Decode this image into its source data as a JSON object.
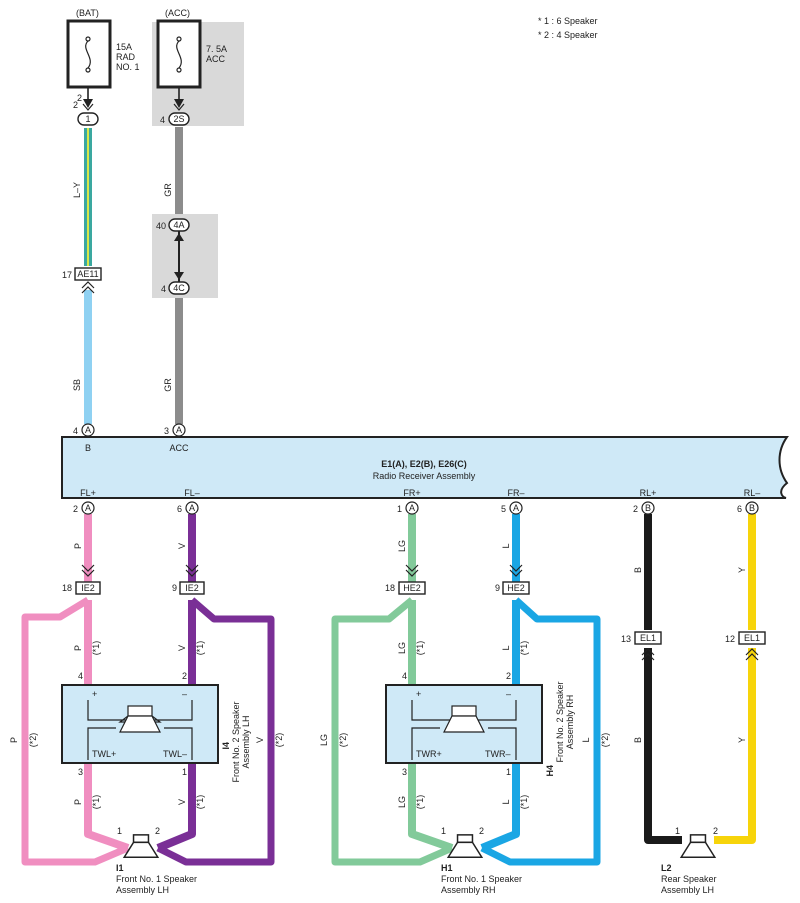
{
  "notes": [
    "* 1 : 6 Speaker",
    "* 2 : 4 Speaker"
  ],
  "fuses": [
    {
      "supply": "(BAT)",
      "name": [
        "15A",
        "RAD",
        "NO. 1"
      ],
      "pin": "2"
    },
    {
      "supply": "(ACC)",
      "name": [
        "7. 5A",
        "ACC"
      ],
      "pin": "4"
    }
  ],
  "connectors": {
    "c1": {
      "pin": "2",
      "id": "1"
    },
    "c2s": {
      "pin": "4",
      "id": "2S"
    },
    "c4a": {
      "pin": "40",
      "id": "4A"
    },
    "c4c": {
      "pin": "4",
      "id": "4C"
    },
    "ae11": {
      "pin": "17",
      "id": "AE11"
    },
    "ie2a": {
      "pin": "18",
      "id": "IE2"
    },
    "ie2b": {
      "pin": "9",
      "id": "IE2"
    },
    "he2a": {
      "pin": "18",
      "id": "HE2"
    },
    "he2b": {
      "pin": "9",
      "id": "HE2"
    },
    "el1a": {
      "pin": "13",
      "id": "EL1"
    },
    "el1b": {
      "pin": "12",
      "id": "EL1"
    }
  },
  "wire_colors": {
    "ly": "L–Y",
    "gr": "GR",
    "sb": "SB",
    "p": "P",
    "v": "V",
    "lg": "LG",
    "l": "L",
    "b": "B",
    "y": "Y"
  },
  "radio": {
    "title": "E1(A), E2(B), E26(C)",
    "subtitle": "Radio Receiver Assembly",
    "inputs": [
      {
        "num": "4",
        "letter": "A",
        "label": "B"
      },
      {
        "num": "3",
        "letter": "A",
        "label": "ACC"
      }
    ],
    "outputs": [
      {
        "num": "2",
        "letter": "A",
        "label": "FL+"
      },
      {
        "num": "6",
        "letter": "A",
        "label": "FL–"
      },
      {
        "num": "1",
        "letter": "A",
        "label": "FR+"
      },
      {
        "num": "5",
        "letter": "A",
        "label": "FR–"
      },
      {
        "num": "2",
        "letter": "B",
        "label": "RL+"
      },
      {
        "num": "6",
        "letter": "B",
        "label": "RL–"
      }
    ]
  },
  "mark1": "(*1)",
  "mark2": "(*2)",
  "tweeter_lh": {
    "id": "I4",
    "name": [
      "Front No. 2 Speaker",
      "Assembly LH"
    ],
    "plus": "+",
    "minus": "–",
    "tw_plus": "TWL+",
    "tw_minus": "TWL–",
    "pins": [
      "4",
      "2",
      "3",
      "1"
    ]
  },
  "tweeter_rh": {
    "id": "H4",
    "name": [
      "Front No. 2 Speaker",
      "Assembly RH"
    ],
    "plus": "+",
    "minus": "–",
    "tw_plus": "TWR+",
    "tw_minus": "TWR–",
    "pins": [
      "4",
      "2",
      "3",
      "1"
    ]
  },
  "speakers": [
    {
      "id": "I1",
      "name": [
        "Front No. 1 Speaker",
        "Assembly LH"
      ],
      "pins": [
        "1",
        "2"
      ]
    },
    {
      "id": "H1",
      "name": [
        "Front No. 1 Speaker",
        "Assembly RH"
      ],
      "pins": [
        "1",
        "2"
      ]
    },
    {
      "id": "L2",
      "name": [
        "Rear Speaker",
        "Assembly LH"
      ],
      "pins": [
        "1",
        "2"
      ]
    }
  ],
  "colors": {
    "pink": "#f08ec0",
    "purple": "#7a2f96",
    "green": "#82ca9a",
    "blue": "#1aa6e4",
    "black": "#1a1a1a",
    "yellow": "#f7d40a",
    "gray": "#8c8c8c",
    "sky": "#8fd1f2",
    "teal": "#3aa8a0",
    "lime": "#d8e84a",
    "box": "#cfe9f7"
  }
}
